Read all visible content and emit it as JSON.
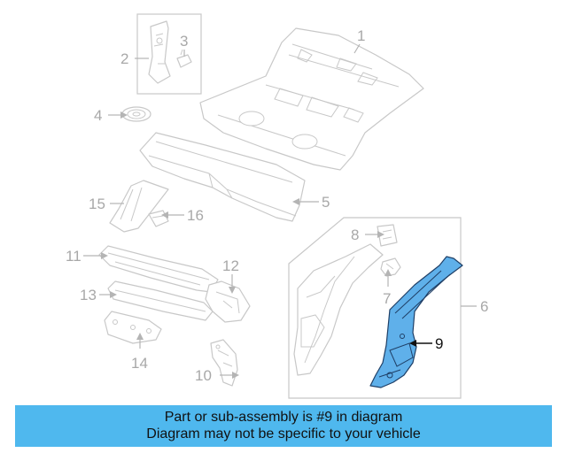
{
  "diagram": {
    "callouts": {
      "c1": "1",
      "c2": "2",
      "c3": "3",
      "c4": "4",
      "c5": "5",
      "c6": "6",
      "c7": "7",
      "c8": "8",
      "c9": "9",
      "c10": "10",
      "c11": "11",
      "c12": "12",
      "c13": "13",
      "c14": "14",
      "c15": "15",
      "c16": "16"
    },
    "highlighted_part": "9",
    "colors": {
      "highlight": "#5fb0ea",
      "banner": "#4fb8ee",
      "parts": "#c8c8c8"
    }
  },
  "banner": {
    "line1": "Part or sub-assembly is #9 in diagram",
    "line2": "Diagram may not be specific to your vehicle"
  }
}
